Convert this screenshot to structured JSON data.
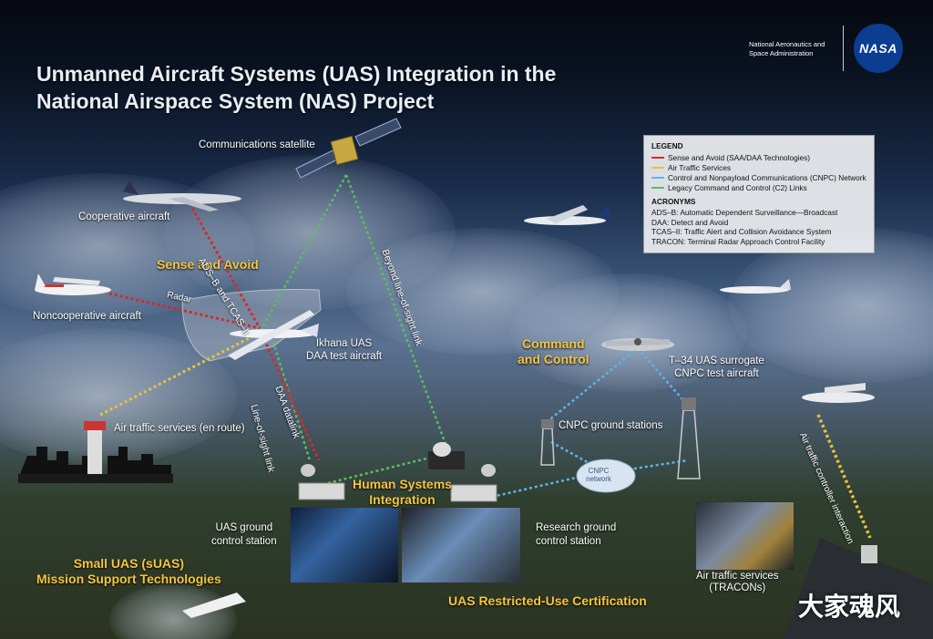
{
  "title": {
    "line1": "Unmanned Aircraft Systems (UAS) Integration in the",
    "line2": "National Airspace System (NAS) Project"
  },
  "agency": {
    "line1": "National Aeronautics and",
    "line2": "Space Administration",
    "logo_text": "NASA",
    "logo_colors": {
      "blue": "#0b3d91",
      "red": "#fc3d21"
    }
  },
  "legend": {
    "title": "LEGEND",
    "items": [
      {
        "label": "Sense and Avoid (SAA/DAA Technologies)",
        "color": "#d42a2a"
      },
      {
        "label": "Air Traffic Services",
        "color": "#e8c140"
      },
      {
        "label": "Control and Nonpayload Communications (CNPC) Network",
        "color": "#5fb4e6"
      },
      {
        "label": "Legacy Command and Control (C2) Links",
        "color": "#5cbd5c"
      }
    ],
    "acronyms_title": "ACRONYMS",
    "acronyms": [
      "ADS–B: Automatic Dependent Surveillance—Broadcast",
      "DAA: Detect and Avoid",
      "TCAS–II: Traffic Alert and Collision Avoidance System",
      "TRACON: Terminal Radar Approach Control Facility"
    ]
  },
  "labels": {
    "satellite": "Communications satellite",
    "cooperative": "Cooperative aircraft",
    "noncooperative": "Noncooperative aircraft",
    "sense_avoid": "Sense\nand Avoid",
    "radar": "Radar",
    "adsb": "ADS–B and TCAS–II",
    "ikhana": "Ikhana UAS\nDAA test aircraft",
    "beyond_los": "Beyond line-of-sight link",
    "daa_datalink": "DAA datalink",
    "los_link": "Line-of-sight link",
    "ats_enroute": "Air traffic services (en route)",
    "command_control": "Command\nand Control",
    "t34": "T–34 UAS surrogate\nCNPC test aircraft",
    "cnpc_ground": "CNPC ground stations",
    "cnpc_network": "CNPC\nnetwork",
    "atc_interaction": "Air traffic controller interaction",
    "human_systems": "Human Systems\nIntegration",
    "uas_gcs": "UAS ground\ncontrol station",
    "research_gcs": "Research ground\ncontrol station",
    "small_uas": "Small UAS (sUAS)\nMission Support Technologies",
    "restricted_use": "UAS Restricted-Use Certification",
    "ats_tracon": "Air traffic services\n(TRACONs)"
  },
  "watermark": "大家魂风"
}
